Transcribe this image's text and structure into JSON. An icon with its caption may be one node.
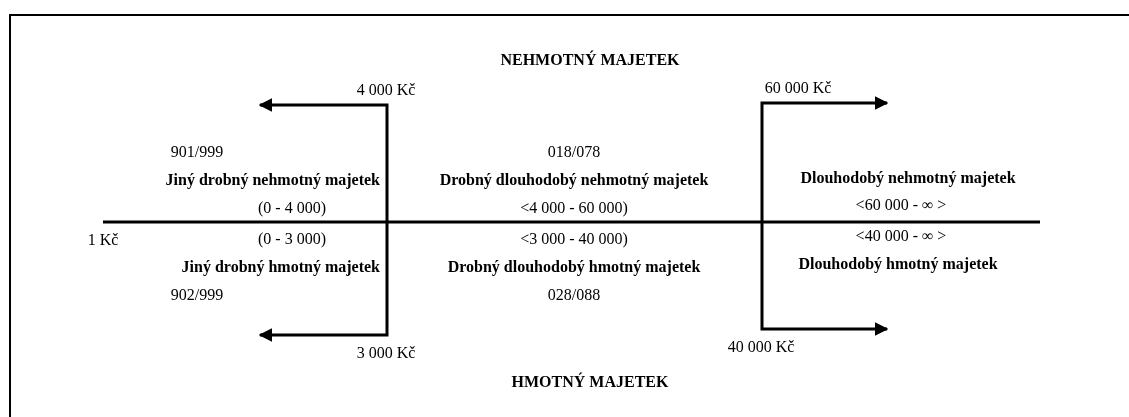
{
  "diagram": {
    "labels": [
      "NEHMOTNÝ MAJETEK",
      "4 000 Kč",
      "60 000 Kč",
      "901/999",
      "018/078",
      "Jiný drobný nehmotný majetek",
      "Drobný dlouhodobý nehmotný majetek",
      "Dlouhodobý nehmotný majetek",
      "(0 - 4 000)",
      "<4 000 - 60 000)",
      "<60 000 - ∞ >",
      "1 Kč",
      "(0 - 3 000)",
      "<3 000 - 40 000)",
      "<40 000 - ∞ >",
      "Jiný drobný hmotný majetek",
      "Drobný dlouhodobý hmotný majetek",
      "Dlouhodobý hmotný majetek",
      "902/999",
      "028/088",
      "3 000 Kč",
      "40 000 Kč",
      "HMOTNÝ MAJETEK"
    ]
  }
}
